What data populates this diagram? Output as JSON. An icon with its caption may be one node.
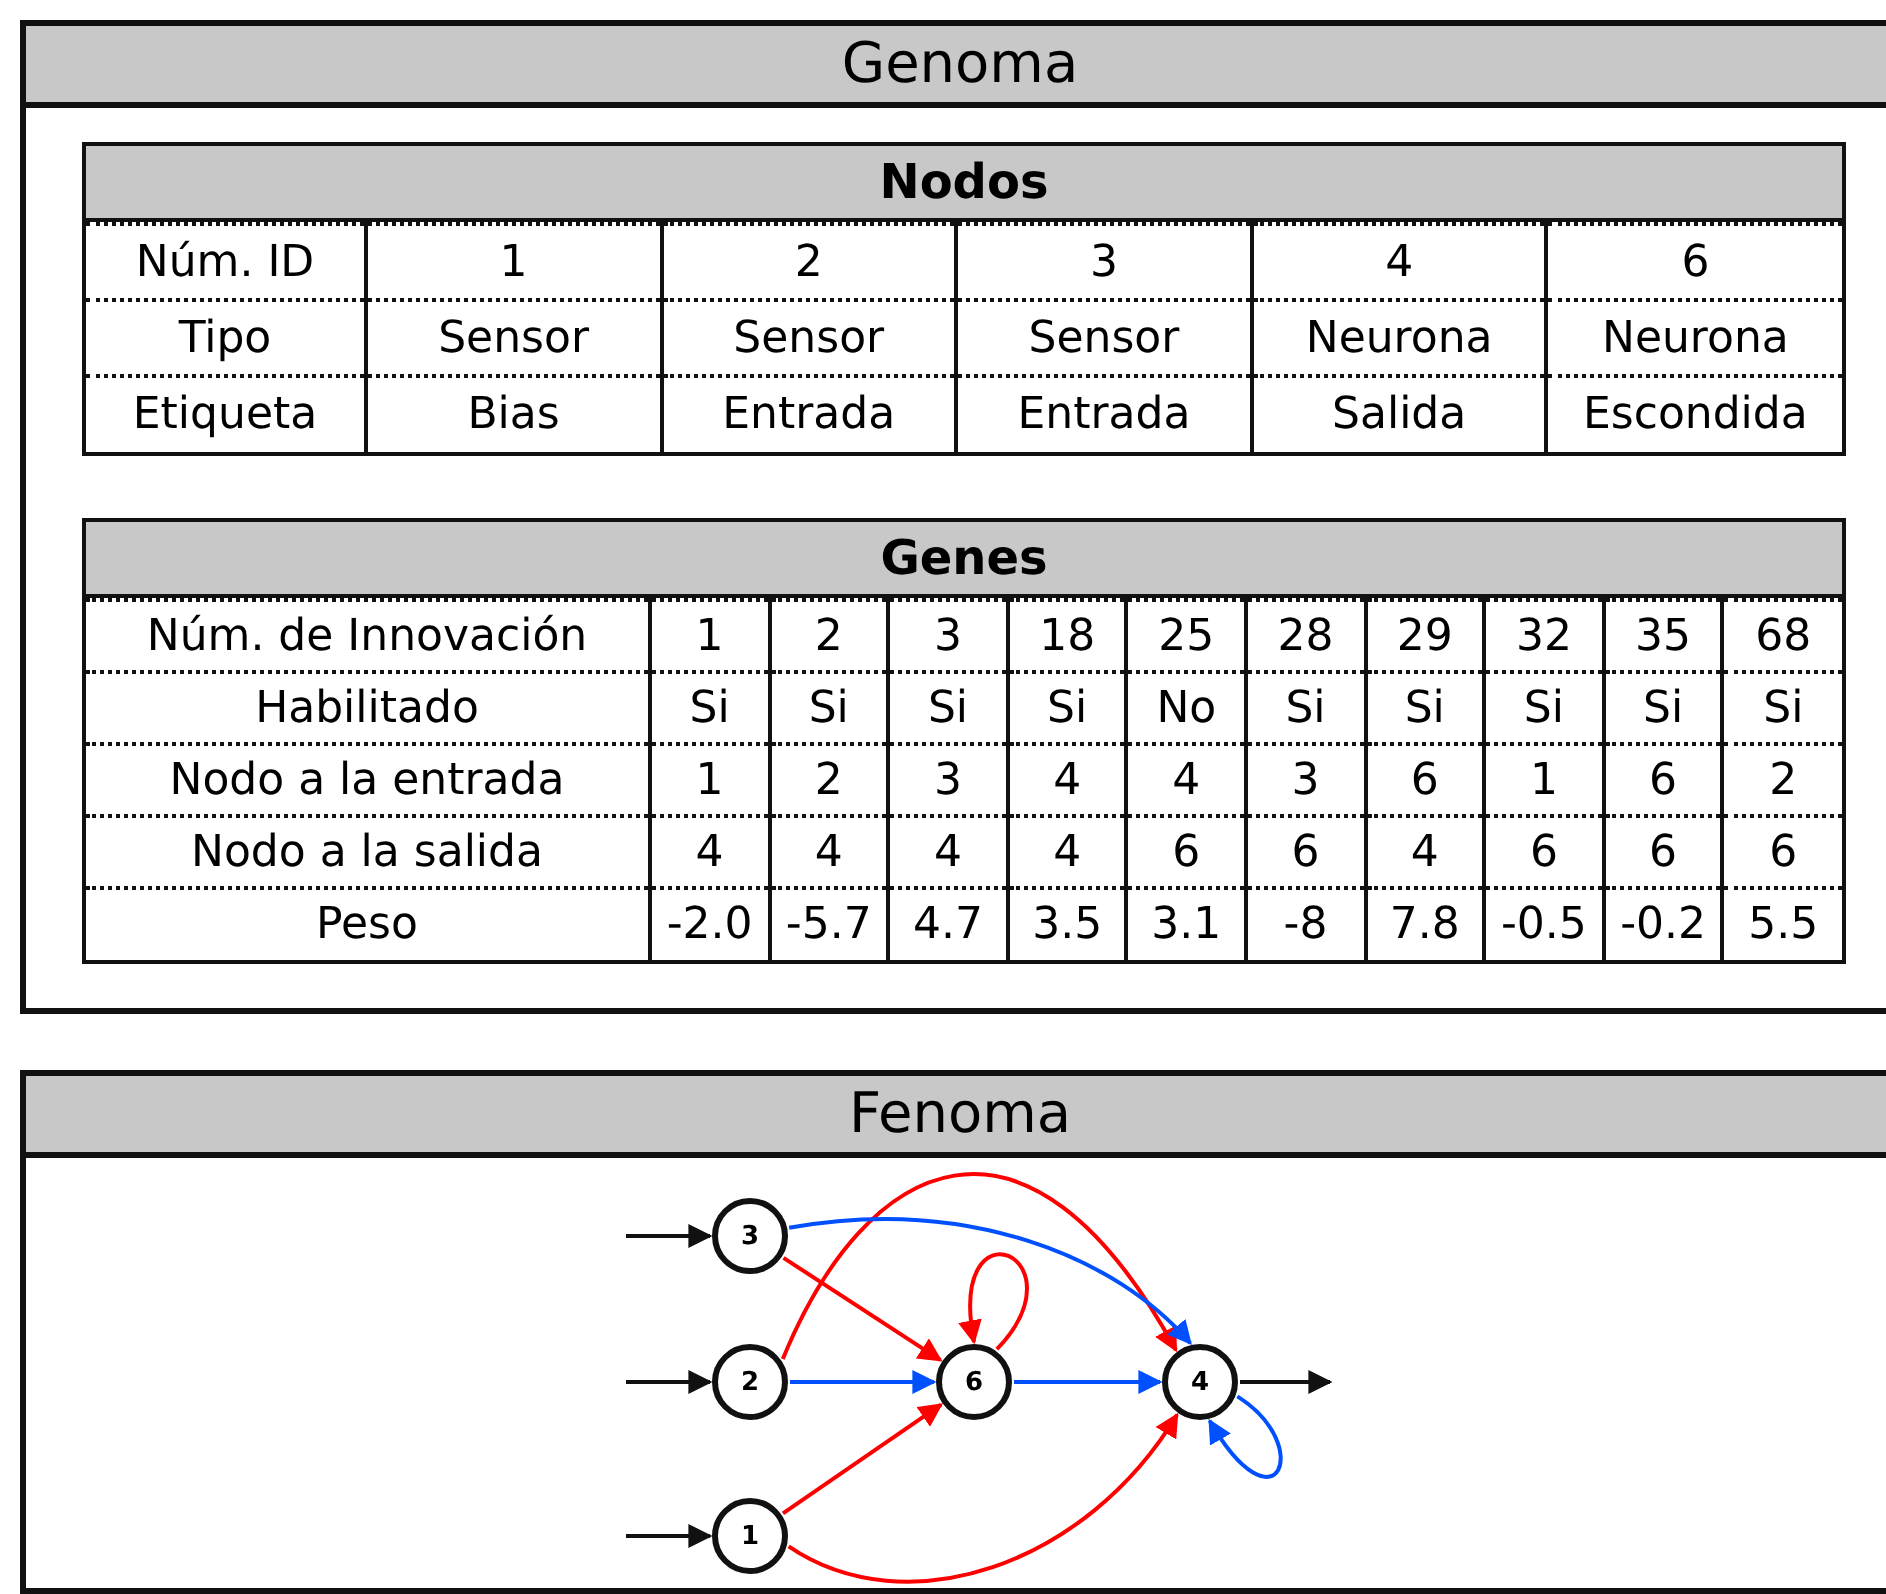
{
  "diagram": {
    "nodes": [
      {
        "text": [
          "Genoma"
        ]
      },
      {
        "text": [
          "Nodos"
        ],
        "in": 0
      },
      {
        "text": [
          "Genes"
        ],
        "in": 0
      },
      {
        "text": [
          "Fenoma"
        ]
      },
      {
        "text": [
          "3"
        ],
        "in": 3
      },
      {
        "text": [
          "2"
        ],
        "in": 3
      },
      {
        "text": [
          "6"
        ],
        "in": 3
      },
      {
        "text": [
          "4"
        ],
        "in": 3
      },
      {
        "text": [
          "1"
        ],
        "in": 3
      }
    ],
    "edges": [
      {
        "from": null,
        "to": 4,
        "arrow": "to",
        "color": "#111111"
      },
      {
        "from": null,
        "to": 5,
        "arrow": "to",
        "color": "#111111"
      },
      {
        "from": null,
        "to": 8,
        "arrow": "to",
        "color": "#111111"
      },
      {
        "from": 7,
        "to": null,
        "arrow": "to",
        "color": "#111111"
      },
      {
        "from": 8,
        "to": 7,
        "arrow": "to",
        "color": "#ff0000"
      },
      {
        "from": 5,
        "to": 7,
        "arrow": "to",
        "color": "#ff0000"
      },
      {
        "from": 4,
        "to": 7,
        "arrow": "to",
        "color": "#0050ff"
      },
      {
        "from": 7,
        "to": 7,
        "arrow": "to",
        "color": "#0050ff"
      },
      {
        "from": 4,
        "to": 6,
        "arrow": "to",
        "color": "#ff0000"
      },
      {
        "from": 6,
        "to": 7,
        "arrow": "to",
        "color": "#0050ff"
      },
      {
        "from": 8,
        "to": 6,
        "arrow": "to",
        "color": "#ff0000"
      },
      {
        "from": 6,
        "to": 6,
        "arrow": "to",
        "color": "#ff0000"
      },
      {
        "from": 5,
        "to": 6,
        "arrow": "to",
        "color": "#0050ff"
      }
    ],
    "labels": [
      "Núm. ID",
      "1",
      "2",
      "3",
      "4",
      "6",
      "Tipo",
      "Sensor",
      "Sensor",
      "Sensor",
      "Neurona",
      "Neurona",
      "Etiqueta",
      "Bias",
      "Entrada",
      "Entrada",
      "Salida",
      "Escondida",
      "Núm. de Innovación",
      "1",
      "2",
      "3",
      "18",
      "25",
      "28",
      "29",
      "32",
      "35",
      "68",
      "Habilitado",
      "Si",
      "Si",
      "Si",
      "Si",
      "No",
      "Si",
      "Si",
      "Si",
      "Si",
      "Si",
      "Nodo a la entrada",
      "1",
      "2",
      "3",
      "4",
      "4",
      "3",
      "6",
      "1",
      "6",
      "2",
      "Nodo a la salida",
      "4",
      "4",
      "4",
      "4",
      "6",
      "6",
      "4",
      "6",
      "6",
      "6",
      "Peso",
      "-2.0",
      "-5.7",
      "4.7",
      "3.5",
      "3.1",
      "-8",
      "7.8",
      "-0.5",
      "-0.2",
      "5.5"
    ]
  }
}
